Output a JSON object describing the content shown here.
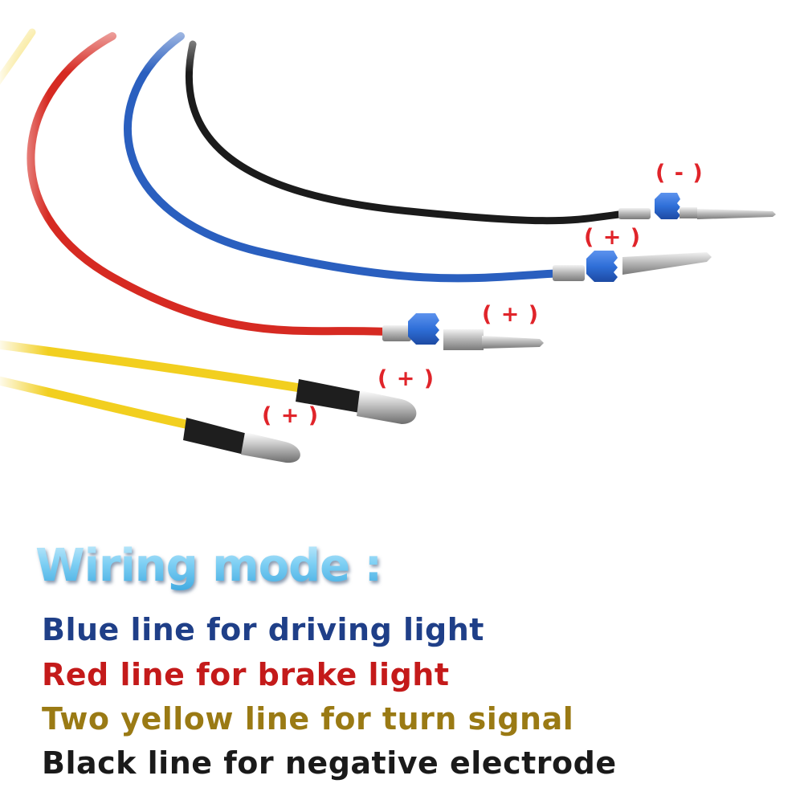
{
  "labels": {
    "black": "( - )",
    "blue": "( + )",
    "red": "( + )",
    "yellow1": "( + )",
    "yellow2": "( + )"
  },
  "heading": "Wiring mode :",
  "legend": [
    {
      "text": "Blue line for driving light",
      "color": "#1f3f88"
    },
    {
      "text": "Red line for brake light",
      "color": "#c41a1a"
    },
    {
      "text": "Two yellow line for turn signal",
      "color": "#9a7a14"
    },
    {
      "text": "Black line for negative electrode",
      "color": "#1a1a1a"
    }
  ],
  "colors": {
    "wire_black": "#1b1b1b",
    "wire_blue": "#2a5fbf",
    "wire_red": "#d62a22",
    "wire_yellow": "#f2cf1f",
    "seal_blue": "#2f6fd8",
    "polarity_red": "#e0242a",
    "heading_blue": "#6ec8f2"
  }
}
